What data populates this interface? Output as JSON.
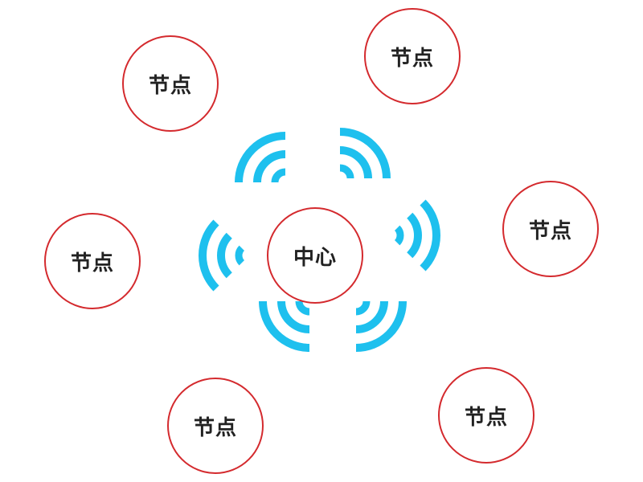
{
  "center": {
    "label": "中心"
  },
  "nodes": [
    {
      "label": "节点"
    },
    {
      "label": "节点"
    },
    {
      "label": "节点"
    },
    {
      "label": "节点"
    },
    {
      "label": "节点"
    },
    {
      "label": "节点"
    }
  ],
  "colors": {
    "circle_border": "#d42a2e",
    "signal": "#1ec0ee",
    "text": "#222222",
    "background": "#ffffff"
  },
  "icons": {
    "signal_waves": "wifi-signal-icon"
  }
}
